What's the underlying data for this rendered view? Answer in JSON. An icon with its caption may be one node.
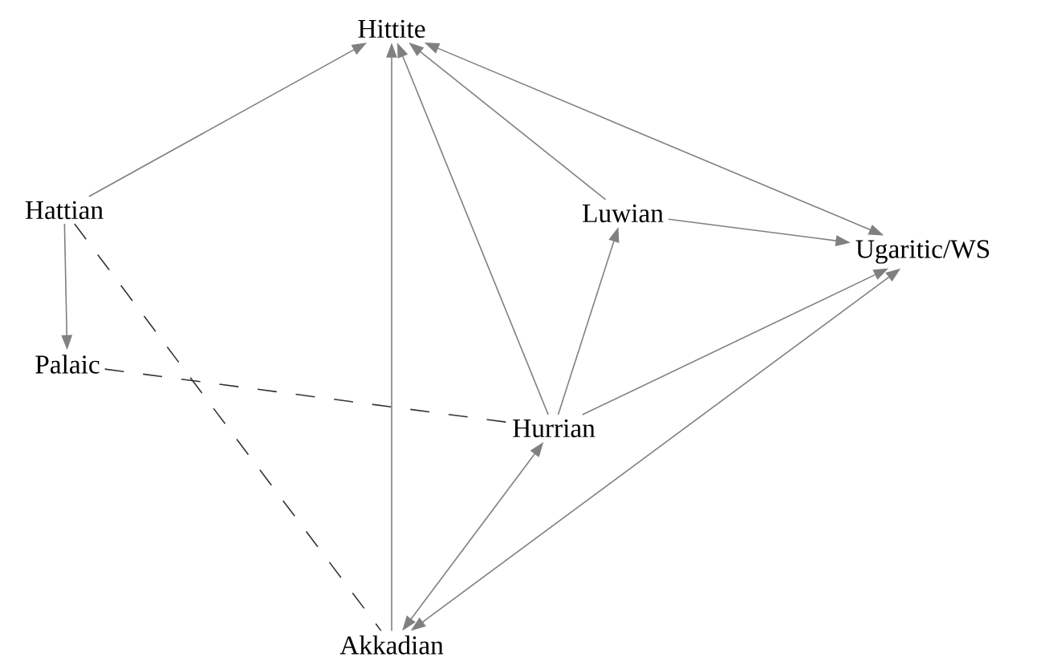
{
  "diagram": {
    "nodes": [
      {
        "text": [
          "Hittite"
        ]
      },
      {
        "text": [
          "Hattian"
        ]
      },
      {
        "text": [
          "Luwian"
        ]
      },
      {
        "text": [
          "Ugaritic/WS"
        ]
      },
      {
        "text": [
          "Palaic"
        ]
      },
      {
        "text": [
          "Hurrian"
        ]
      },
      {
        "text": [
          "Akkadian"
        ]
      }
    ],
    "edges": [
      {
        "from": 1,
        "to": 0,
        "arrow": "to"
      },
      {
        "from": 1,
        "to": 4,
        "arrow": "to"
      },
      {
        "from": 1,
        "to": 6,
        "arrow": "none",
        "style": "dashed",
        "color": "#333333"
      },
      {
        "from": 4,
        "to": 5,
        "arrow": "none",
        "style": "dashed",
        "color": "#333333"
      },
      {
        "from": 6,
        "to": 0,
        "arrow": "to"
      },
      {
        "from": 5,
        "to": 0,
        "arrow": "to"
      },
      {
        "from": 2,
        "to": 0,
        "arrow": "to"
      },
      {
        "from": 0,
        "to": 3,
        "arrow": "both"
      },
      {
        "from": 2,
        "to": 3,
        "arrow": "to"
      },
      {
        "from": 5,
        "to": 2,
        "arrow": "to"
      },
      {
        "from": 5,
        "to": 3,
        "arrow": "to"
      },
      {
        "from": 6,
        "to": 5,
        "arrow": "both"
      },
      {
        "from": 6,
        "to": 3,
        "arrow": "both"
      }
    ]
  }
}
